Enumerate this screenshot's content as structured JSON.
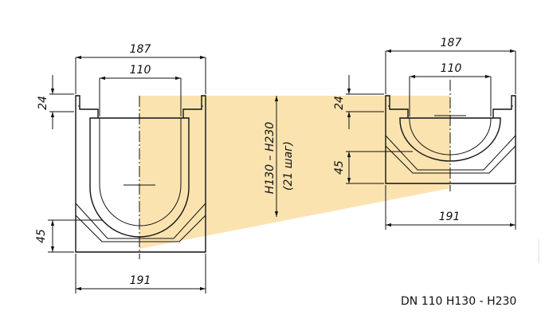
{
  "caption": "DN 110 H130 - H230",
  "colors": {
    "highlight": "#fbe3b0",
    "line": "#111111"
  },
  "left_section": {
    "outer_width": "187",
    "inner_width": "110",
    "bottom_width": "191",
    "flange_height": "24",
    "base_height": "45"
  },
  "right_section": {
    "outer_width": "187",
    "inner_width": "110",
    "bottom_width": "191",
    "flange_height": "24",
    "base_height": "45"
  },
  "height_range": {
    "label": "H130 – H230",
    "step": "(21 шаг)"
  }
}
